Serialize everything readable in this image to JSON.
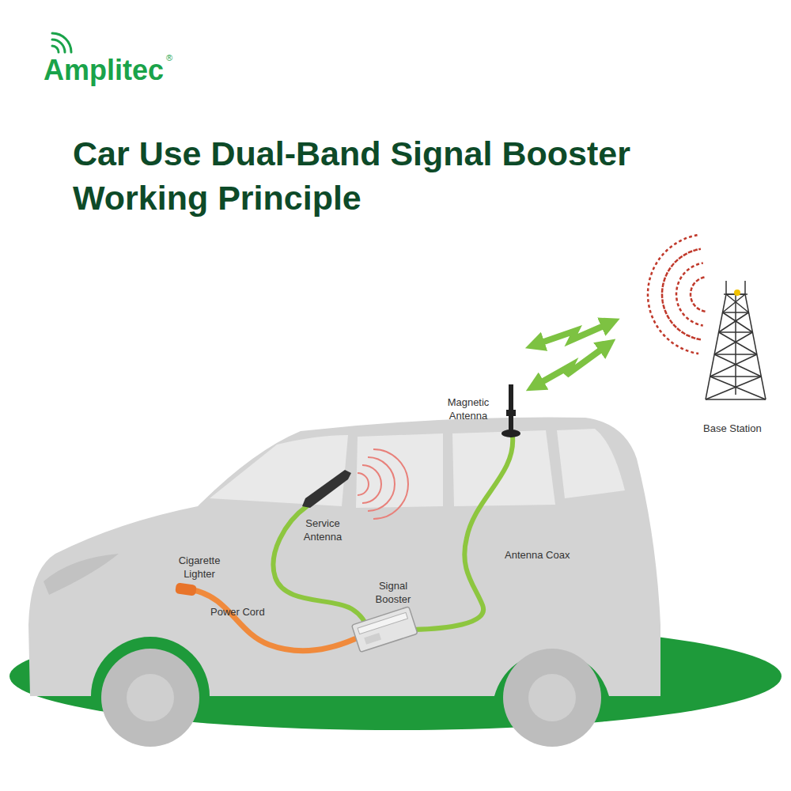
{
  "diagram": {
    "title": "Car Use Dual-Band Signal Booster Working Principle",
    "labels": [
      "Amplitec",
      "®",
      "Magnetic Antenna",
      "Service Antenna",
      "Cigarette Lighter",
      "Power Cord",
      "Signal Booster",
      "Antenna Coax",
      "Base Station"
    ]
  }
}
